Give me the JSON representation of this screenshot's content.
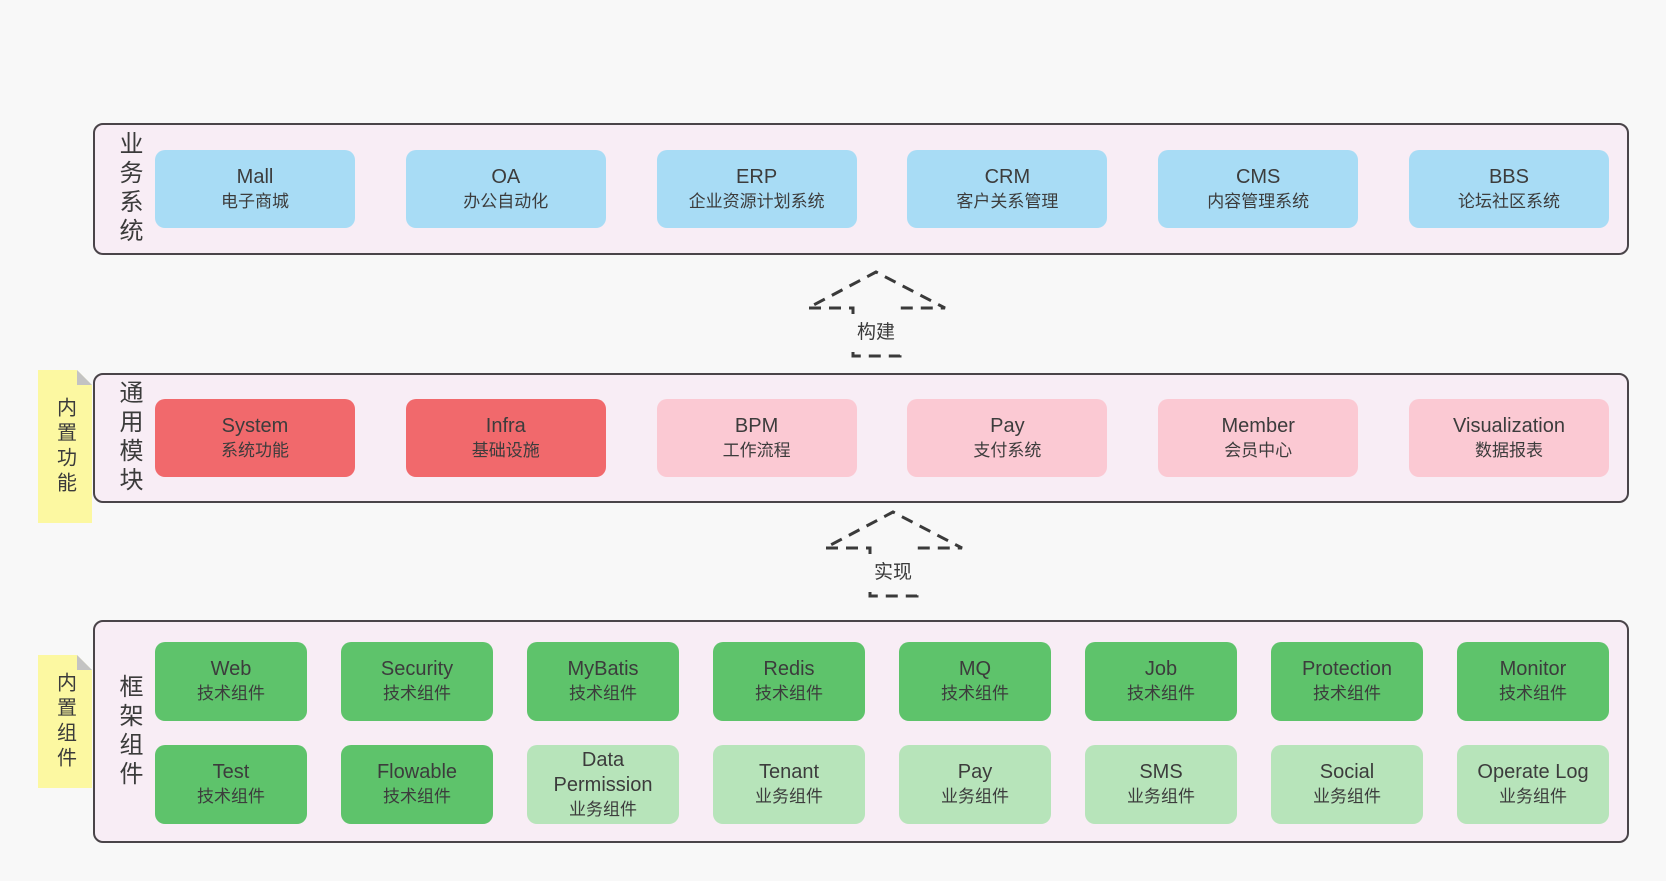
{
  "colors": {
    "page_bg": "#f8f8f8",
    "container_bg": "#f8edf5",
    "container_border": "#4a4449",
    "blue": "#a8dcf5",
    "red": "#f1696c",
    "pink": "#fbc9d3",
    "green": "#5ec36b",
    "green_light": "#b7e4ba",
    "yellow": "#fcf8a1",
    "fold_gray": "#c3c3c3",
    "arrow_stroke": "#3a3a3a",
    "text": "#3d3d3d"
  },
  "arrows": [
    {
      "label": "构建"
    },
    {
      "label": "实现"
    }
  ],
  "layers": [
    {
      "label": "业务系统",
      "boxes": [
        {
          "title": "Mall",
          "subtitle": "电子商城",
          "color": "blue"
        },
        {
          "title": "OA",
          "subtitle": "办公自动化",
          "color": "blue"
        },
        {
          "title": "ERP",
          "subtitle": "企业资源计划系统",
          "color": "blue"
        },
        {
          "title": "CRM",
          "subtitle": "客户关系管理",
          "color": "blue"
        },
        {
          "title": "CMS",
          "subtitle": "内容管理系统",
          "color": "blue"
        },
        {
          "title": "BBS",
          "subtitle": "论坛社区系统",
          "color": "blue"
        }
      ]
    },
    {
      "label": "通用模块",
      "sticky": "内置功能",
      "boxes": [
        {
          "title": "System",
          "subtitle": "系统功能",
          "color": "red"
        },
        {
          "title": "Infra",
          "subtitle": "基础设施",
          "color": "red"
        },
        {
          "title": "BPM",
          "subtitle": "工作流程",
          "color": "pink"
        },
        {
          "title": "Pay",
          "subtitle": "支付系统",
          "color": "pink"
        },
        {
          "title": "Member",
          "subtitle": "会员中心",
          "color": "pink"
        },
        {
          "title": "Visualization",
          "subtitle": "数据报表",
          "color": "pink"
        }
      ]
    },
    {
      "label": "框架组件",
      "sticky": "内置组件",
      "rows": [
        [
          {
            "title": "Web",
            "subtitle": "技术组件",
            "color": "green"
          },
          {
            "title": "Security",
            "subtitle": "技术组件",
            "color": "green"
          },
          {
            "title": "MyBatis",
            "subtitle": "技术组件",
            "color": "green"
          },
          {
            "title": "Redis",
            "subtitle": "技术组件",
            "color": "green"
          },
          {
            "title": "MQ",
            "subtitle": "技术组件",
            "color": "green"
          },
          {
            "title": "Job",
            "subtitle": "技术组件",
            "color": "green"
          },
          {
            "title": "Protection",
            "subtitle": "技术组件",
            "color": "green"
          },
          {
            "title": "Monitor",
            "subtitle": "技术组件",
            "color": "green"
          }
        ],
        [
          {
            "title": "Test",
            "subtitle": "技术组件",
            "color": "green"
          },
          {
            "title": "Flowable",
            "subtitle": "技术组件",
            "color": "green"
          },
          {
            "title": "Data Permission",
            "subtitle": "业务组件",
            "color": "green_light"
          },
          {
            "title": "Tenant",
            "subtitle": "业务组件",
            "color": "green_light"
          },
          {
            "title": "Pay",
            "subtitle": "业务组件",
            "color": "green_light"
          },
          {
            "title": "SMS",
            "subtitle": "业务组件",
            "color": "green_light"
          },
          {
            "title": "Social",
            "subtitle": "业务组件",
            "color": "green_light"
          },
          {
            "title": "Operate Log",
            "subtitle": "业务组件",
            "color": "green_light"
          }
        ]
      ]
    }
  ]
}
